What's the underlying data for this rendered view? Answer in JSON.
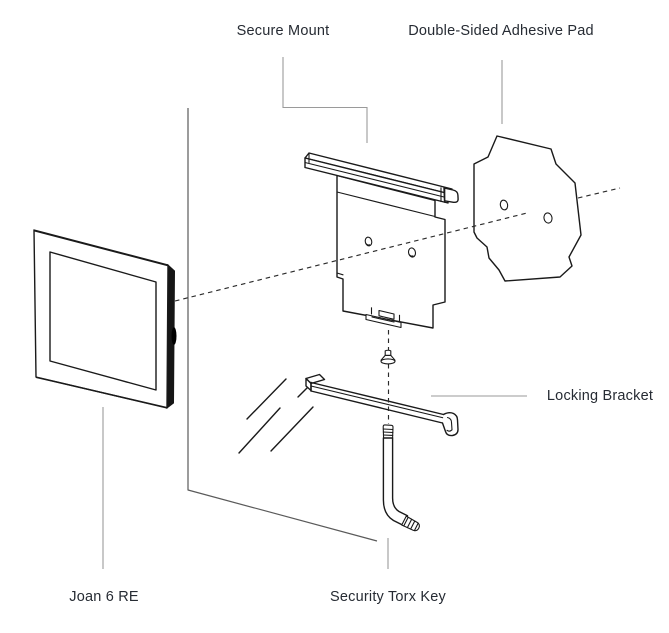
{
  "diagram": {
    "type": "exploded-assembly-diagram",
    "product": "Joan 6 RE wall mount kit",
    "labels": {
      "secure_mount": "Secure Mount",
      "adhesive_pad": "Double-Sided Adhesive Pad",
      "locking_bracket": "Locking Bracket",
      "device": "Joan 6 RE",
      "torx_key": "Security Torx Key"
    },
    "colors": {
      "background": "#ffffff",
      "line_ink": "#1a1a1a",
      "wall_line": "#5a5a5a",
      "leader_line": "#9a9a9a",
      "label_text": "#262b33"
    }
  }
}
